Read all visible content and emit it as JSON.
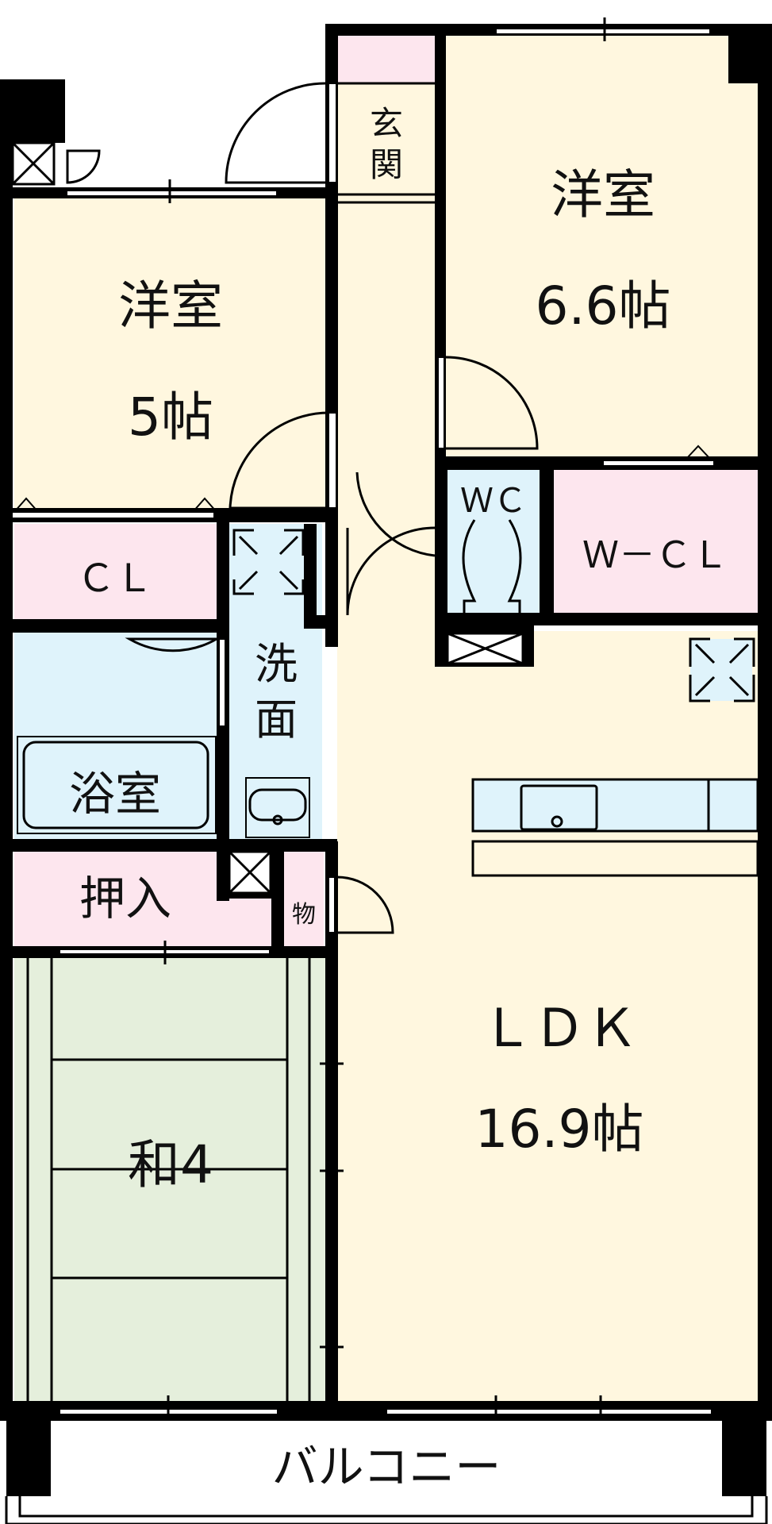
{
  "title": "Floor plan 3LDK",
  "colors": {
    "wall": "#000000",
    "western_room": "#fff7df",
    "closet": "#fde6ee",
    "wet_area": "#dff3fb",
    "tatami": "#e5efdc",
    "balcony": "#ffffff"
  },
  "rooms": {
    "genkan": {
      "label_1": "玄",
      "label_2": "関"
    },
    "western_large": {
      "name": "洋室",
      "size": "6.6帖"
    },
    "western_small": {
      "name": "洋室",
      "size": "5帖"
    },
    "closet": {
      "name": "ＣＬ"
    },
    "walk_in_closet": {
      "name": "Ｗ－ＣＬ"
    },
    "toilet": {
      "name": "ＷＣ"
    },
    "washroom": {
      "label_1": "洗",
      "label_2": "面"
    },
    "bathroom": {
      "name": "浴室"
    },
    "oshiire": {
      "name": "押入"
    },
    "storage": {
      "name": "物"
    },
    "japanese_room": {
      "name": "和4"
    },
    "ldk": {
      "name": "ＬＤＫ",
      "size": "16.9帖"
    },
    "balcony": {
      "name": "バルコニー"
    }
  },
  "icons": [
    "pipe-shaft-icon",
    "ventilation-icon",
    "toilet-icon",
    "sink-icon",
    "bathtub-icon",
    "kitchen-counter-icon",
    "door-swing-icon",
    "window-icon"
  ]
}
